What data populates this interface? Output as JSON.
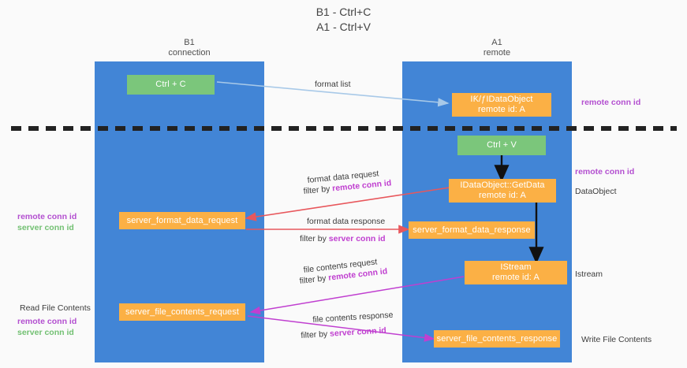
{
  "title": "B1 - Ctrl+C\nA1 - Ctrl+V",
  "columns": [
    {
      "name": "b1",
      "header": "B1\nconnection"
    },
    {
      "name": "a1",
      "header": "A1\nremote"
    }
  ],
  "nodes": {
    "ctrl_c": "Ctrl + C",
    "idataobject_top": "IƘ/ƒIDataObject\nremote id: A",
    "ctrl_v": "Ctrl + V",
    "getdata": "IDataObject::GetData\nremote id: A",
    "server_format_data_request": "server_format_data_request",
    "server_format_data_response": "server_format_data_response",
    "istream": "IStream\nremote id: A",
    "server_file_contents_request": "server_file_contents_request",
    "server_file_contents_response": "server_file_contents_response"
  },
  "edge_labels": {
    "format_list": "format list",
    "format_data_request": "format data request",
    "format_data_request_filter_prefix": "filter by ",
    "format_data_request_filter_key": "remote conn id",
    "format_data_response": "format data response",
    "format_data_response_filter_prefix": "filter by ",
    "format_data_response_filter_key": "server conn id",
    "file_contents_request": "file contents request",
    "file_contents_request_filter_prefix": "filter by ",
    "file_contents_request_filter_key": "remote conn id",
    "file_contents_response": "file contents response",
    "file_contents_response_filter_prefix": "filter by ",
    "file_contents_response_filter_key": "server conn id"
  },
  "annotations": {
    "right_remote_conn_id_top": "remote conn id",
    "right_remote_conn_id_mid": "remote conn id",
    "right_dataobject": "DataObject",
    "right_istream": "Istream",
    "right_write_file_contents": "Write File Contents",
    "left_conn_ids_mid": [
      "remote conn id",
      "server conn id"
    ],
    "left_read_file_contents": "Read File Contents",
    "left_conn_ids_bottom": [
      "remote conn id",
      "server conn id"
    ]
  },
  "colors": {
    "lane": "#4285d6",
    "green_node": "#7bc67b",
    "orange_node": "#fbb045",
    "arrow_blue": "#a8c9e8",
    "arrow_red": "#e8575c",
    "arrow_magenta": "#c03fd0",
    "arrow_black": "#111111",
    "divider": "#222222",
    "purple_text": "#b34fd0",
    "green_text": "#72c072"
  }
}
